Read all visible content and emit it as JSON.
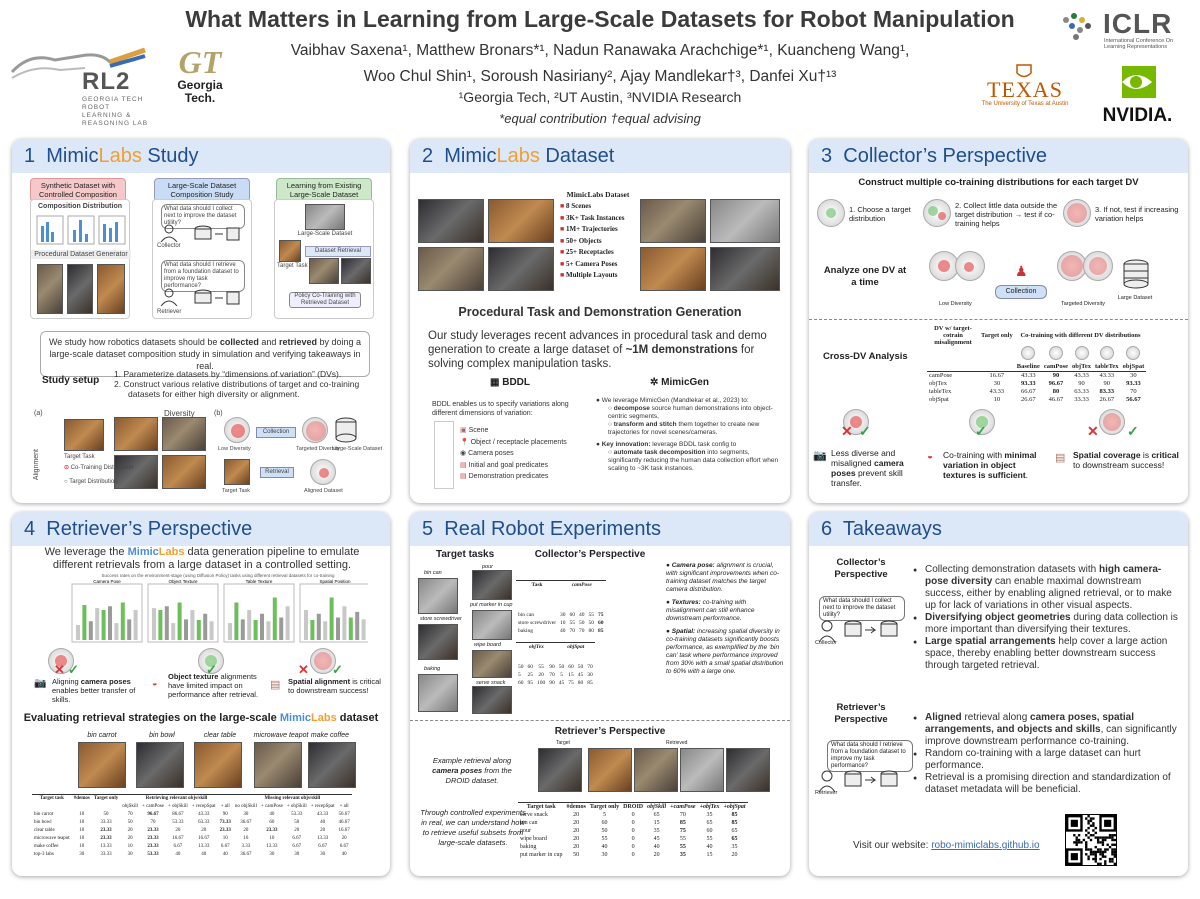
{
  "header": {
    "title": "What Matters in Learning from Large-Scale Datasets for Robot Manipulation",
    "authors_line1": "Vaibhav Saxena¹, Matthew Bronars*¹, Nadun Ranawaka Arachchige*¹, Kuancheng Wang¹,",
    "authors_line2": "Woo Chul Shin¹, Soroush Nasiriany², Ajay Mandlekar†³, Danfei Xu†¹³",
    "affiliations": "¹Georgia Tech, ²UT Austin, ³NVIDIA Research",
    "equal_note": "*equal contribution    †equal advising",
    "logos": {
      "rl2": "RL2",
      "rl2_sub": [
        "GEORGIA TECH",
        "ROBOT LEARNING &",
        "REASONING LAB"
      ],
      "gt_mark": "GT",
      "gt_name1": "Georgia",
      "gt_name2": "Tech.",
      "iclr": "ICLR",
      "iclr_sub": "International Conference On Learning Representations",
      "texas": "TEXAS",
      "texas_sub": "The University of Texas at Austin",
      "nvidia": "NVIDIA."
    }
  },
  "p1": {
    "num": "1",
    "title_pre": "Mimic",
    "title_lab": "Labs",
    "title_post": " Study",
    "box1": "Synthetic Dataset with Controlled Composition",
    "box2": "Large-Scale Dataset Composition Study",
    "box3": "Learning from Existing Large-Scale Dataset",
    "comp_dist": "Composition Distribution",
    "proc_gen": "Procedural Dataset Generator",
    "q_collect": "What data should I collect next to improve the dataset utility?",
    "q_retrieve": "What data should I retrieve from a foundation dataset to improve my task performance?",
    "collector": "Collector",
    "retriever": "Retriever",
    "large_scale": "Large-Scale Dataset",
    "target_task": "Target Task",
    "dataset_retrieval": "Dataset Retrieval",
    "cotrain": "Policy Co-Training with Retrieved Dataset",
    "summary_pre": "We study how robotics datasets should be ",
    "summary_b1": "collected",
    "summary_mid": " and ",
    "summary_b2": "retrieved",
    "summary_post": " by doing a large-scale dataset composition study in simulation and verifying takeaways in real.",
    "study_setup": "Study setup",
    "setup1": "1.   Parameterize  datasets by “dimensions of variation” (DVs).",
    "setup2": "2.   Construct various relative distributions of target and co-training datasets for either high diversity or alignment.",
    "diversity": "Diversity",
    "alignment": "Alignment",
    "collection": "Collection",
    "retrieval": "Retrieval",
    "low_div": "Low Diversity",
    "targeted_div": "Targeted Diversity",
    "aligned_ds": "Aligned Dataset",
    "a": "(a)",
    "b": "(b)",
    "cotrain_dist": "Co-Training Distribution",
    "target_dist": "Target Distribution"
  },
  "p2": {
    "num": "2",
    "title_pre": "Mimic",
    "title_lab": "Labs",
    "title_post": " Dataset",
    "stats_title": "MimicLabs Dataset",
    "stats": [
      "8 Scenes",
      "3K+ Task Instances",
      "1M+ Trajectories",
      "50+ Objects",
      "25+ Receptacles",
      "5+ Camera Poses",
      "Multiple Layouts"
    ],
    "proc_title": "Procedural Task and Demonstration Generation",
    "proc_text_pre": "Our study leverages recent advances in procedural task and demo generation to create a large dataset of ",
    "proc_text_b": "~1M demonstrations",
    "proc_text_post": " for solving complex manipulation tasks.",
    "bddl_title": "BDDL",
    "bddl_text": "BDDL enables us to specify variations along different dimensions of variation:",
    "bddl_items": [
      "Scene",
      "Object / receptacle placements",
      "Camera poses",
      "Initial and goal predicates",
      "Demonstration predicates"
    ],
    "mg_title": "MimicGen",
    "mg_text": "We leverage MimicGen (Mandlekar et al., 2023) to:",
    "mg_sub1_b": "decompose",
    "mg_sub1": " source human demonstrations into object-centric segments,",
    "mg_sub2_b": "transform and stitch",
    "mg_sub2": " them together to create new trajectories for novel scenes/cameras.",
    "key_b": "Key innovation:",
    "key_text": " leverage BDDL task config to",
    "key_sub_b": "automate task decomposition",
    "key_sub": " into segments, significantly reducing the human data collection effort when scaling to ~3K task instances."
  },
  "p3": {
    "num": "3",
    "title": "Collector’s Perspective",
    "heading": "Construct multiple co-training distributions for each target DV",
    "step1": "1. Choose a target distribution",
    "step2": "2. Collect little data outside the target distribution → test if co-training helps",
    "step3": "3. If not, test if increasing variation helps",
    "analyze": "Analyze one DV at a time",
    "low_div": "Low Diversity",
    "collection": "Collection",
    "targeted_div": "Targeted Diversity",
    "large_ds": "Large Dataset",
    "cross_dv": "Cross-DV Analysis",
    "tbl_dv": "DV w/ target-cotrain misalignment",
    "tbl_target": "Target only",
    "tbl_group": "Co-training with different DV distributions",
    "tbl_cols": [
      "Baseline",
      "camPose",
      "objTex",
      "tableTex",
      "objSpat"
    ],
    "tbl_rows": [
      [
        "camPose",
        "16.67",
        "43.33",
        "90",
        "43.33",
        "43.33",
        "30"
      ],
      [
        "objTex",
        "30",
        "93.33",
        "96.67",
        "90",
        "90",
        "93.33"
      ],
      [
        "tableTex",
        "43.33",
        "66.67",
        "80",
        "63.33",
        "83.33",
        "70"
      ],
      [
        "objSpat",
        "10",
        "26.67",
        "46.67",
        "33.33",
        "26.67",
        "56.67"
      ]
    ],
    "take1_pre": "Less diverse and misaligned ",
    "take1_b": "camera poses",
    "take1_post": " prevent skill transfer.",
    "take2_pre": "Co-training with ",
    "take2_b": "minimal variation in object textures is sufficient",
    "take2_post": ".",
    "take3_b1": "Spatial coverage",
    "take3_mid": " is ",
    "take3_b2": "critical",
    "take3_post": " to downstream success!"
  },
  "p4": {
    "num": "4",
    "title": "Retriever’s Perspective",
    "intro_pre": "We leverage the ",
    "intro_mimic": "Mimic",
    "intro_labs": "Labs",
    "intro_post": " data generation pipeline to emulate different retrievals from a large dataset in a controlled setting.",
    "chart_caption": "Success rates on the environment-stage (using Diffusion Policy) tasks using different retrieval datasets for co-training",
    "chart_titles": [
      "Camera Pose",
      "Object Texture",
      "Table Texture",
      "Spatial Position"
    ],
    "obs1_pre": "Aligning ",
    "obs1_b": "camera poses",
    "obs1_post": " enables better transfer of skills.",
    "obs2_b": "Object texture",
    "obs2_post": " alignments have limited impact on performance after retrieval.",
    "obs3_b": "Spatial alignment",
    "obs3_post": " is critical to downstream success!",
    "eval_pre": "Evaluating retrieval strategies on the large-scale ",
    "eval_mimic": "Mimic",
    "eval_labs": "Labs",
    "eval_post": " dataset",
    "tasks": [
      "bin carrot",
      "bin bowl",
      "clear table",
      "microwave teapot",
      "make coffee"
    ],
    "tbl_head": [
      "Target task",
      "#demos",
      "Target only",
      "Retrieving relevant objs/skill",
      "Missing relevant objs/skill"
    ],
    "tbl_sub": [
      "objSkill",
      "+ camPose",
      "+ objSkill",
      "+ recepSpat",
      "+ all",
      "no objSkill",
      "+ camPose",
      "+ objSkill",
      "+ recepSpat",
      "+ all"
    ],
    "tbl_rows": [
      [
        "bin carrot",
        "10",
        "50",
        "70",
        "96.67",
        "86.67",
        "43.33",
        "90",
        "30",
        "40",
        "53.33",
        "43.33",
        "56.67"
      ],
      [
        "bin bowl",
        "10",
        "33.33",
        "50",
        "70",
        "53.33",
        "63.33",
        "73.33",
        "36.67",
        "60",
        "50",
        "40",
        "46.67"
      ],
      [
        "clear table",
        "10",
        "23.33",
        "20",
        "23.33",
        "20",
        "20",
        "23.33",
        "20",
        "23.33",
        "20",
        "20",
        "16.67"
      ],
      [
        "microwave teapot",
        "10",
        "23.33",
        "20",
        "23.33",
        "16.67",
        "16.67",
        "10",
        "16",
        "10",
        "6.67",
        "13.33",
        "20"
      ],
      [
        "make coffee",
        "10",
        "13.33",
        "10",
        "23.33",
        "6.67",
        "13.33",
        "6.67",
        "3.33",
        "13.33",
        "6.67",
        "6.67",
        "6.67"
      ],
      [
        "top-3 labs",
        "30",
        "33.33",
        "30",
        "53.33",
        "40",
        "40",
        "40",
        "36.67",
        "30",
        "30",
        "30",
        "40"
      ]
    ]
  },
  "p5": {
    "num": "5",
    "title": "Real Robot Experiments",
    "target_tasks": "Target tasks",
    "task_names": [
      "bin can",
      "pour",
      "store screwdriver",
      "put marker in cup",
      "wipe board",
      "baking",
      "serve snack"
    ],
    "collector": "Collector’s Perspective",
    "c_tbl_head": [
      "Task",
      "camPose"
    ],
    "c_tbl_rows": [
      [
        "bin can",
        "30",
        "60",
        "40",
        "55",
        "75"
      ],
      [
        "store screwdriver",
        "10",
        "55",
        "50",
        "50",
        "60"
      ],
      [
        "baking",
        "40",
        "70",
        "70",
        "80",
        "85"
      ]
    ],
    "c_tbl2_head": [
      "objTex",
      "objSpat"
    ],
    "c_tbl2_rows": [
      [
        "50",
        "60",
        "55",
        "90",
        "50",
        "60",
        "50",
        "70"
      ],
      [
        "5",
        "25",
        "20",
        "70",
        "5",
        "15",
        "45",
        "30"
      ],
      [
        "60",
        "95",
        "100",
        "90",
        "45",
        "75",
        "80",
        "85"
      ]
    ],
    "c1_b": "Camera pose:",
    "c1": " alignment is crucial, with significant improvements when co-training dataset matches the target camera distribution.",
    "c2_b": "Textures:",
    "c2": " co-training with misalignment can still enhance downstream performance.",
    "c3_b": "Spatial:",
    "c3": " increasing spatial diversity in co-training datasets significantly boosts performance, as exemplified by the ‘bin can’ task where performance improved from 30% with a small spatial distribution to 60% with a large one.",
    "retriever": "Retriever’s Perspective",
    "ret_labels": [
      "Target",
      "Retrieved"
    ],
    "example_pre": "Example retrieval along ",
    "example_b": "camera poses",
    "example_post": " from the DROID dataset.",
    "through": "Through controlled experiments in real, we can understand how to retrieve useful subsets from large-scale datasets.",
    "r_tbl_head": [
      "Target task",
      "#demos",
      "Target only",
      "DROID",
      "objSkill",
      "+camPose",
      "+objTex",
      "+objSpat"
    ],
    "r_tbl_rows": [
      [
        "serve snack",
        "20",
        "5",
        "0",
        "65",
        "70",
        "35",
        "85"
      ],
      [
        "bin can",
        "20",
        "60",
        "0",
        "15",
        "85",
        "65",
        "85"
      ],
      [
        "pour",
        "20",
        "50",
        "0",
        "35",
        "75",
        "60",
        "65"
      ],
      [
        "wipe board",
        "20",
        "55",
        "0",
        "45",
        "55",
        "55",
        "65"
      ],
      [
        "baking",
        "20",
        "40",
        "0",
        "40",
        "55",
        "40",
        "35"
      ],
      [
        "put marker in cup",
        "50",
        "30",
        "0",
        "20",
        "35",
        "15",
        "20"
      ]
    ]
  },
  "p6": {
    "num": "6",
    "title": "Takeaways",
    "collector": "Collector’s Perspective",
    "retriever": "Retriever’s Perspective",
    "q_collect": "What data should I collect next to improve the dataset utility?",
    "q_retrieve": "What data should I retrieve from a foundation dataset to improve my task performance?",
    "icon_collector": "Collector",
    "icon_retriever": "Retriever",
    "c_items": [
      {
        "pre": "Collecting demonstration datasets with ",
        "b": "high camera-pose diversity",
        "post": " can enable maximal downstream success, either by enabling aligned retrieval, or to make up for lack of variations in other visual aspects."
      },
      {
        "pre": "",
        "b": "Diversifying object geometries",
        "post": " during data collection is more important than diversifying their textures."
      },
      {
        "pre": "",
        "b": "Large spatial arrangements",
        "post": " help cover a large action space, thereby enabling better downstream success through targeted retrieval."
      }
    ],
    "r_items": [
      {
        "pre": "",
        "b": "Aligned",
        "post": " retrieval along ",
        "b2": "camera poses, spatial arrangements, and objects and skills",
        "post2": ", can significantly improve downstream performance co-training."
      },
      {
        "pre": "Random co-training with a large dataset can hurt performance.",
        "b": "",
        "post": "",
        "b2": "",
        "post2": ""
      },
      {
        "pre": "Retrieval is a promising direction and standardization of dataset metadata will be beneficial.",
        "b": "",
        "post": "",
        "b2": "",
        "post2": ""
      }
    ],
    "visit": "Visit our website: ",
    "url": "robo-mimiclabs.github.io"
  },
  "colors": {
    "panel_header": "#dce8f7",
    "title_blue": "#1f4e8c",
    "labs_orange": "#f0a030",
    "mimic_blue": "#4a90d9"
  }
}
